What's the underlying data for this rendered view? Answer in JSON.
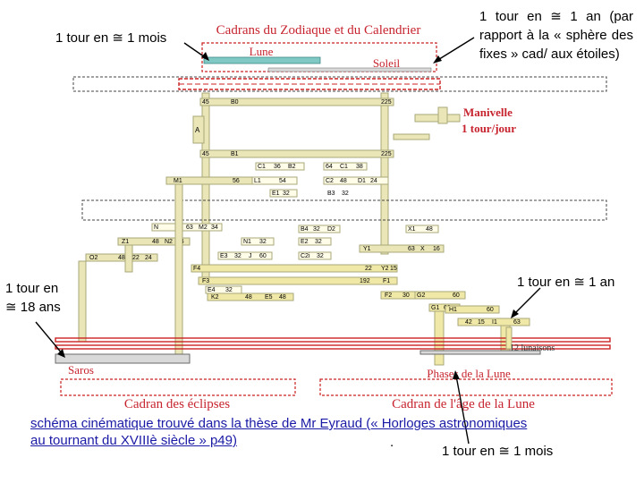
{
  "colors": {
    "gear": "#a8a878",
    "gear_light": "#eae6b8",
    "lunar": "#efe8a6",
    "zodiac": "#c7232e",
    "zodiac_red": "#cc2222",
    "shaft_gray": "#6a6a6a",
    "teal": "#7fc8c4",
    "link": "#1a1aa6"
  },
  "diagram": {
    "title": "Cadrans du Zodiaque et du Calendrier",
    "lune": "Lune",
    "soleil": "Soleil",
    "manivelle": "Manivelle",
    "manivelle_sub": "1 tour/jour",
    "saros": "Saros",
    "eclipses": "Cadran des éclipses",
    "phases": "Phases de la Lune",
    "age_lune": "Cadran de l'âge de la Lune",
    "lunaisons": "12 lunaisons"
  },
  "gear_labels": [
    "45",
    "B0",
    "225",
    "A",
    "45",
    "B1",
    "225",
    "C1",
    "36",
    "B2",
    "64",
    "C1",
    "38",
    "M1",
    "56",
    "L1",
    "54",
    "C2",
    "48",
    "D1",
    "24",
    "E1",
    "32",
    "B3",
    "32",
    "N",
    "63",
    "M2",
    "34",
    "B4",
    "32",
    "D2",
    "E2",
    "32",
    "Z1",
    "48",
    "N2",
    "24",
    "X1",
    "48",
    "N1",
    "32",
    "Y1",
    "63",
    "X",
    "16",
    "O2",
    "48",
    "22",
    "24",
    "E3",
    "32",
    "J",
    "60",
    "C2i",
    "32",
    "F4",
    "22",
    "Y2",
    "15",
    "F3",
    "192",
    "F1",
    "E4",
    "32",
    "K2",
    "48",
    "E5",
    "48",
    "F2",
    "30",
    "G2",
    "60",
    "G1",
    "60",
    "H1",
    "60",
    "42",
    "15",
    "I1",
    "63"
  ],
  "annotations": {
    "top_left": "1 tour en ≅ 1 mois",
    "top_right": "1 tour en ≅ 1 an (par rapport à la « sphère des fixes » cad/ aux étoiles)",
    "left": "1 tour en ≅ 18 ans",
    "right": "1 tour en ≅ 1 an",
    "bottom_right": "1 tour en ≅ 1 mois"
  },
  "caption": {
    "link_text": "schéma cinématique trouvé dans la thèse de Mr Eyraud (« Horloges astronomiques au tournant du XVIIIè siècle » p49)",
    "period": "."
  }
}
